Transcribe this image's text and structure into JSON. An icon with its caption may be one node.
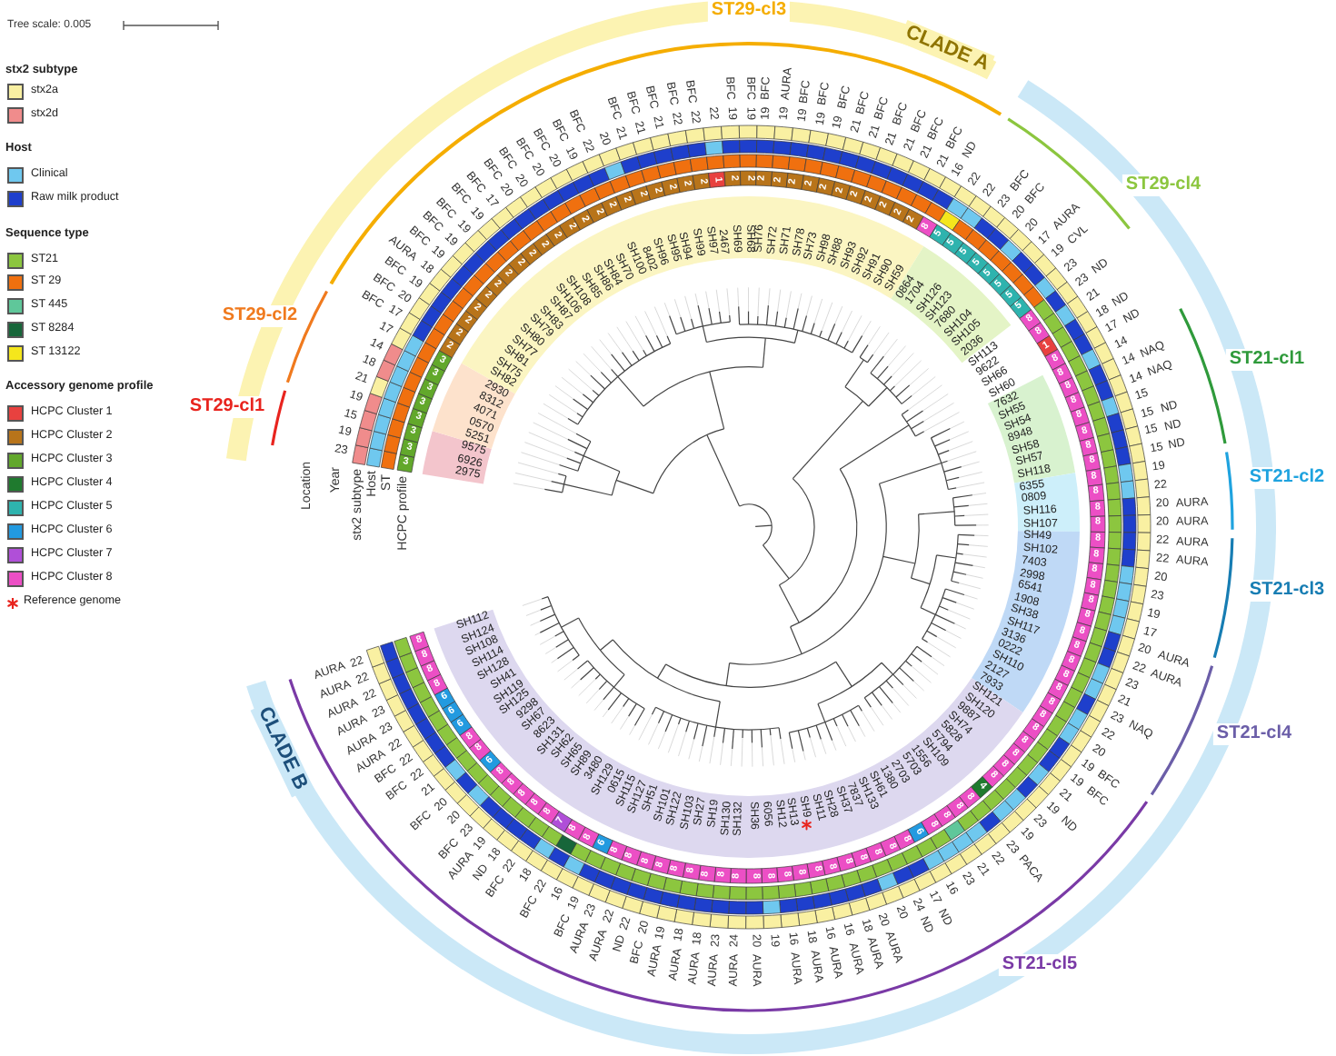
{
  "diagram": {
    "labels": [
      "Tree scale: 0.005",
      "stx2 subtype",
      "Host",
      "Sequence type",
      "Accessory genome profile",
      "Location",
      "Year",
      "stx2 subtype",
      "Host",
      "ST",
      "HCPC profile",
      "ST29-cl3",
      "CLADE A",
      "ST29-cl4",
      "ST21-cl1",
      "ST21-cl2",
      "ST21-cl3",
      "ST21-cl4",
      "ST21-cl5",
      "CLADE B",
      "ST29-cl1",
      "ST29-cl2",
      "2975",
      "3",
      "23",
      "6926",
      "3",
      "19",
      "9575",
      "3",
      "15",
      "5251",
      "3",
      "19",
      "0570",
      "3",
      "21",
      "4071",
      "3",
      "18",
      "8312",
      "3",
      "14",
      "2930",
      "3",
      "17",
      "SH82",
      "2",
      "17",
      "BFC",
      "SH75",
      "2",
      "20",
      "BFC",
      "SH81",
      "2",
      "19",
      "BFC",
      "SH77",
      "2",
      "18",
      "AURA",
      "SH80",
      "2",
      "19",
      "BFC",
      "SH79",
      "2",
      "19",
      "BFC",
      "SH83",
      "2",
      "19",
      "BFC",
      "SH87",
      "2",
      "19",
      "BFC",
      "SH106",
      "2",
      "17",
      "BFC",
      "SH108",
      "2",
      "20",
      "BFC",
      "SH85",
      "2",
      "20",
      "BFC",
      "SH86",
      "2",
      "20",
      "BFC",
      "SH84",
      "2",
      "20",
      "BFC",
      "SH70",
      "2",
      "19",
      "BFC",
      "SH100",
      "2",
      "22",
      "BFC",
      "8402",
      "2",
      "20",
      "SH96",
      "2",
      "21",
      "BFC",
      "SH95",
      "2",
      "21",
      "BFC",
      "SH94",
      "2",
      "21",
      "BFC",
      "SH99",
      "2",
      "22",
      "BFC",
      "SH97",
      "2",
      "22",
      "BFC",
      "2467",
      "1",
      "22",
      "SH69",
      "2",
      "19",
      "BFC",
      "SH68",
      "2",
      "19",
      "BFC",
      "SH76",
      "2",
      "19",
      "BFC",
      "SH72",
      "2",
      "19",
      "AURA",
      "SH71",
      "2",
      "19",
      "BFC",
      "SH78",
      "2",
      "19",
      "BFC",
      "SH73",
      "2",
      "19",
      "BFC",
      "SH98",
      "2",
      "21",
      "BFC",
      "SH88",
      "2",
      "21",
      "BFC",
      "SH93",
      "2",
      "21",
      "BFC",
      "SH92",
      "2",
      "21",
      "BFC",
      "SH91",
      "2",
      "21",
      "BFC",
      "SH90",
      "2",
      "21",
      "BFC",
      "SH59",
      "8",
      "16",
      "ND",
      "0864",
      "5",
      "22",
      "1704",
      "5",
      "22",
      "SH126",
      "5",
      "23",
      "BFC",
      "SH123",
      "5",
      "20",
      "BFC",
      "7680",
      "5",
      "20",
      "SH104",
      "5",
      "17",
      "AURA",
      "SH105",
      "5",
      "19",
      "CVL",
      "2036",
      "5",
      "23",
      "SH113",
      "8",
      "23",
      "ND",
      "9622",
      "8",
      "21",
      "SH66",
      "1",
      "18",
      "ND",
      "SH60",
      "8",
      "17",
      "ND",
      "7632",
      "8",
      "14",
      "SH55",
      "8",
      "14",
      "NAQ",
      "SH54",
      "8",
      "14",
      "NAQ",
      "8948",
      "8",
      "15",
      "SH58",
      "8",
      "15",
      "ND",
      "SH57",
      "8",
      "15",
      "ND",
      "SH118",
      "8",
      "15",
      "ND",
      "6355",
      "8",
      "19",
      "0809",
      "8",
      "22",
      "SH116",
      "8",
      "20",
      "AURA",
      "SH107",
      "8",
      "20",
      "AURA",
      "SH49",
      "8",
      "22",
      "AURA",
      "7403",
      "8",
      "20",
      "SH102",
      "8",
      "22",
      "AURA",
      "2998",
      "8",
      "23",
      "6541",
      "8",
      "19",
      "1908",
      "8",
      "17",
      "SH38",
      "8",
      "20",
      "AURA",
      "SH117",
      "8",
      "22",
      "AURA",
      "3136",
      "8",
      "23",
      "0222",
      "8",
      "21",
      "SH110",
      "8",
      "23",
      "NAQ",
      "2127",
      "8",
      "22",
      "7933",
      "8",
      "20",
      "SH121",
      "8",
      "19",
      "BFC",
      "SH120",
      "8",
      "19",
      "BFC",
      "9887",
      "8",
      "21",
      "SH74",
      "8",
      "19",
      "ND",
      "5828",
      "8",
      "23",
      "5794",
      "4",
      "19",
      "SH109",
      "8",
      "23",
      "PACA",
      "1556",
      "8",
      "22",
      "5703",
      "8",
      "21",
      "2703",
      "8",
      "23",
      "1380",
      "6",
      "16",
      "SH61",
      "8",
      "17",
      "ND",
      "SH133",
      "8",
      "24",
      "ND",
      "7837",
      "8",
      "20",
      "SH37",
      "8",
      "20",
      "AURA",
      "SH28",
      "8",
      "18",
      "AURA",
      "SH11",
      "8",
      "16",
      "AURA",
      "SH9",
      "8",
      "16",
      "AURA",
      "SH13",
      "8",
      "18",
      "AURA",
      "SH12",
      "8",
      "16",
      "AURA",
      "6056",
      "8",
      "19",
      "SH36",
      "8",
      "20",
      "AURA",
      "SH132",
      "8",
      "24",
      "AURA",
      "SH130",
      "8",
      "23",
      "AURA",
      "SH19",
      "8",
      "18",
      "AURA",
      "SH27",
      "8",
      "18",
      "AURA",
      "SH103",
      "8",
      "19",
      "AURA",
      "SH122",
      "8",
      "20",
      "BFC",
      "SH101",
      "8",
      "22",
      "ND",
      "SH51",
      "8",
      "22",
      "AURA",
      "SH127",
      "8",
      "23",
      "AURA",
      "SH115",
      "6",
      "19",
      "BFC",
      "0615",
      "8",
      "16",
      "SH129",
      "8",
      "22",
      "BFC",
      "3480",
      "7",
      "18",
      "SH89",
      "8",
      "22",
      "BFC",
      "SH65",
      "8",
      "18",
      "ND",
      "SH62",
      "8",
      "19",
      "AURA",
      "SH131",
      "8",
      "23",
      "BFC",
      "8623",
      "8",
      "20",
      "SH67",
      "6",
      "20",
      "BFC",
      "9298",
      "8",
      "21",
      "SH125",
      "8",
      "22",
      "BFC",
      "SH119",
      "6",
      "22",
      "BFC",
      "SH41",
      "6",
      "22",
      "AURA",
      "SH128",
      "6",
      "23",
      "AURA",
      "SH114",
      "8",
      "23",
      "AURA",
      "SH108",
      "8",
      "22",
      "AURA",
      "SH124",
      "8",
      "22",
      "AURA",
      "SH112",
      "8",
      "22",
      "AURA"
    ],
    "legend": [
      {
        "text": "stx2a",
        "color": "#f9f0a2"
      },
      {
        "text": "stx2d",
        "color": "#f08c8c"
      },
      {
        "text": "Clinical",
        "color": "#6fc8ef"
      },
      {
        "text": "Raw milk product",
        "color": "#1e3fcc"
      },
      {
        "text": "ST21",
        "color": "#8cc63f"
      },
      {
        "text": "ST 29",
        "color": "#f0700f"
      },
      {
        "text": "ST 445",
        "color": "#5fc79a"
      },
      {
        "text": "ST 8284",
        "color": "#17663a"
      },
      {
        "text": "ST 13122",
        "color": "#f5e61c"
      },
      {
        "text": "HCPC Cluster 1",
        "color": "#e8413f"
      },
      {
        "text": "HCPC Cluster 2",
        "color": "#b8741a"
      },
      {
        "text": "HCPC Cluster 3",
        "color": "#62a82b"
      },
      {
        "text": "HCPC Cluster 4",
        "color": "#1f7a2e"
      },
      {
        "text": "HCPC Cluster 5",
        "color": "#2eb3ae"
      },
      {
        "text": "HCPC Cluster 6",
        "color": "#229ae0"
      },
      {
        "text": "HCPC Cluster 7",
        "color": "#b04fd8"
      },
      {
        "text": "HCPC Cluster 8",
        "color": "#ec4fc5"
      },
      {
        "text": "Reference genome"
      }
    ]
  }
}
